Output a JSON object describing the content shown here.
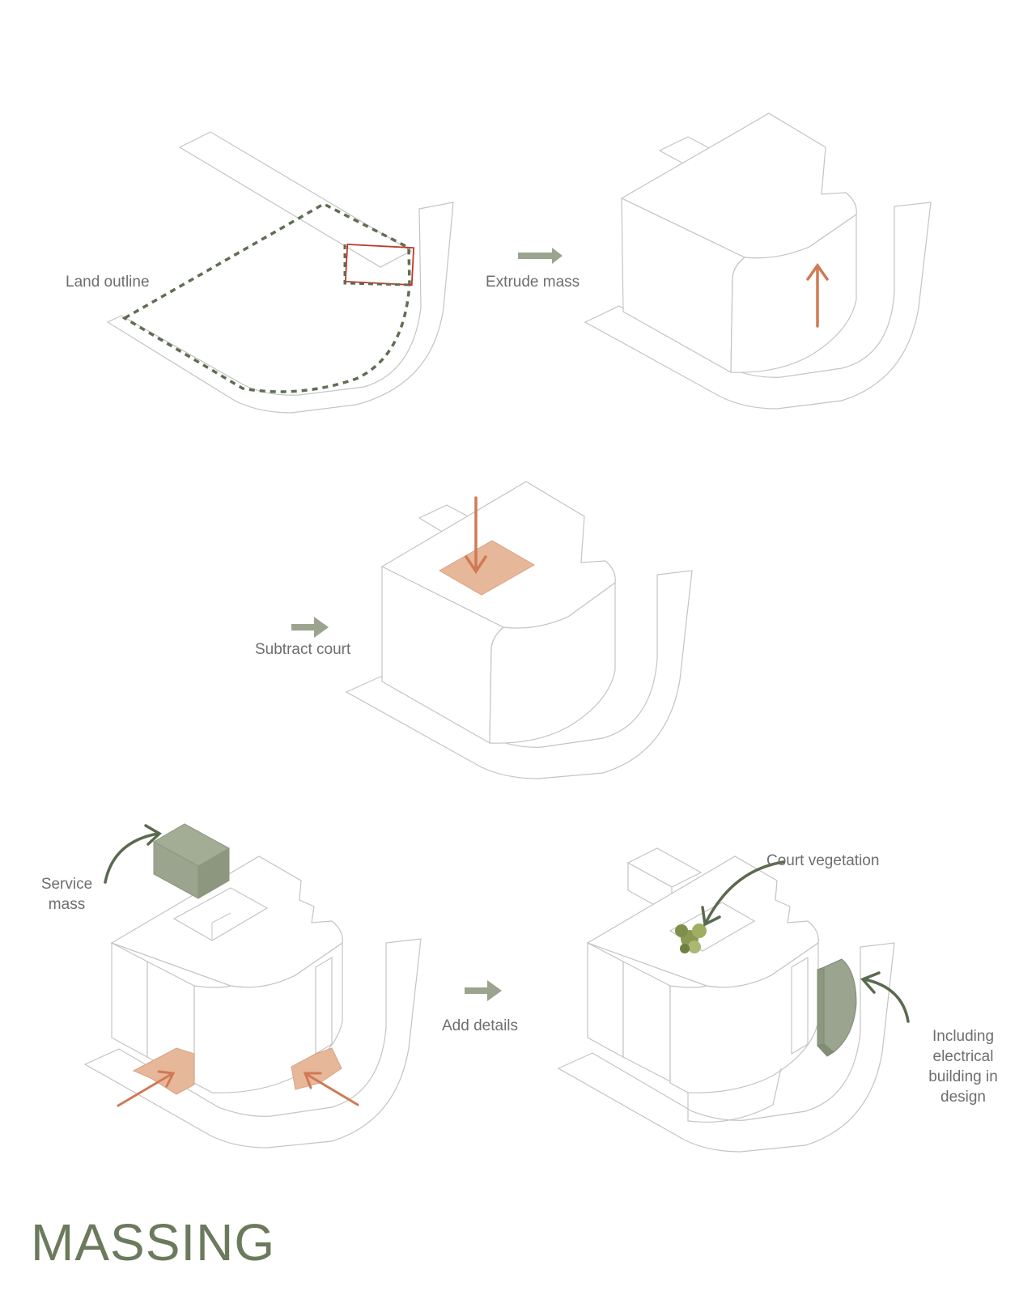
{
  "title": "MASSING",
  "colors": {
    "line": "#c4c4c4",
    "dashed_outline": "#5f6e52",
    "red_outline": "#c0392b",
    "orange_arrow": "#d07a55",
    "orange_fill": "#e7b79a",
    "sage": "#9aa48e",
    "dark_green_arrow": "#5a6a4e",
    "label_text": "#6e6e6e",
    "title_text": "#6b7a5c"
  },
  "steps": [
    {
      "id": "land-outline",
      "label": "Land outline"
    },
    {
      "id": "extrude-mass",
      "label": "Extrude mass"
    },
    {
      "id": "subtract-court",
      "label": "Subtract court"
    },
    {
      "id": "add-details",
      "label": "Add details"
    }
  ],
  "annotations": {
    "service_mass": "Service mass",
    "court_vegetation": "Court vegetation",
    "electrical": "Including electrical building in design"
  }
}
